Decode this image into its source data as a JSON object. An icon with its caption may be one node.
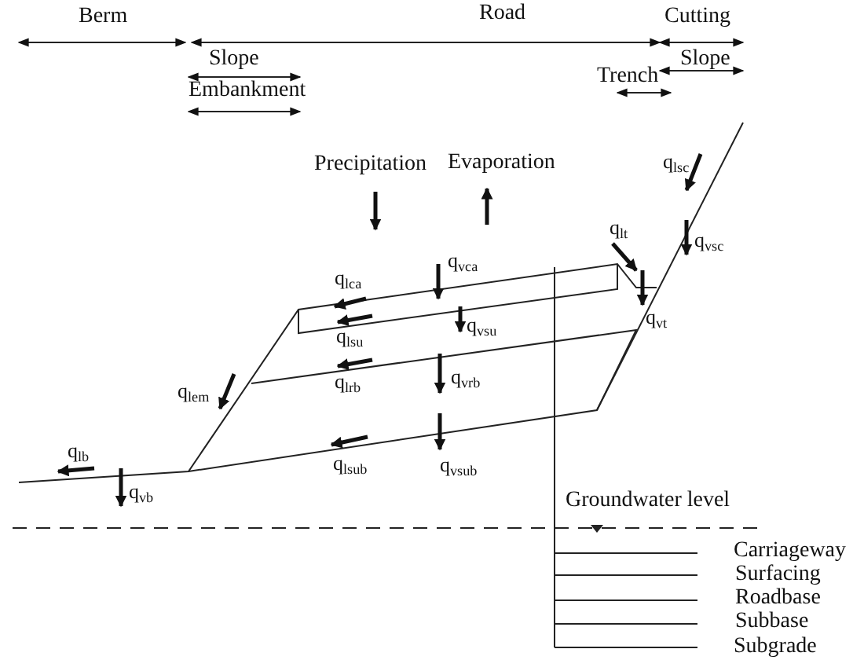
{
  "diagram": {
    "labels": [
      "Berm",
      "Road",
      "Cutting",
      "Slope",
      "Slope",
      "Embankment",
      "Trench",
      "Precipitation",
      "Evaporation",
      "q$_{lsc}$",
      "q$_{lt}$",
      "q$_{lca}$",
      "q$_{vca}$",
      "q$_{vsc}$",
      "q$_{lsu}$",
      "q$_{vsu}$",
      "q$_{vt}$",
      "q$_{lem}$",
      "q$_{lrb}$",
      "q$_{vrb}$",
      "q$_{lb}$",
      "q$_{lsub}$",
      "q$_{vsub}$",
      "q$_{vb}$",
      "Groundwater level",
      "Carriageway",
      "Surfacing",
      "Roadbase",
      "Subbase",
      "Subgrade"
    ]
  }
}
